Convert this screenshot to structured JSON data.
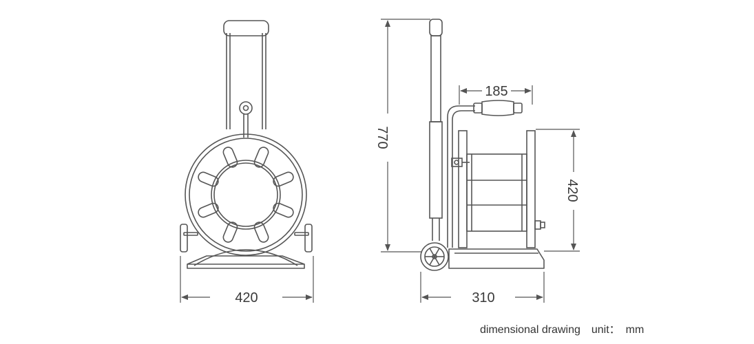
{
  "drawing": {
    "front_view": {
      "width_label": "420"
    },
    "side_view": {
      "height_label": "770",
      "handle_label": "185",
      "reel_label": "420",
      "depth_label": "310"
    }
  },
  "caption": {
    "title": "dimensional drawing",
    "unit_label": "unit：",
    "unit": "mm"
  }
}
